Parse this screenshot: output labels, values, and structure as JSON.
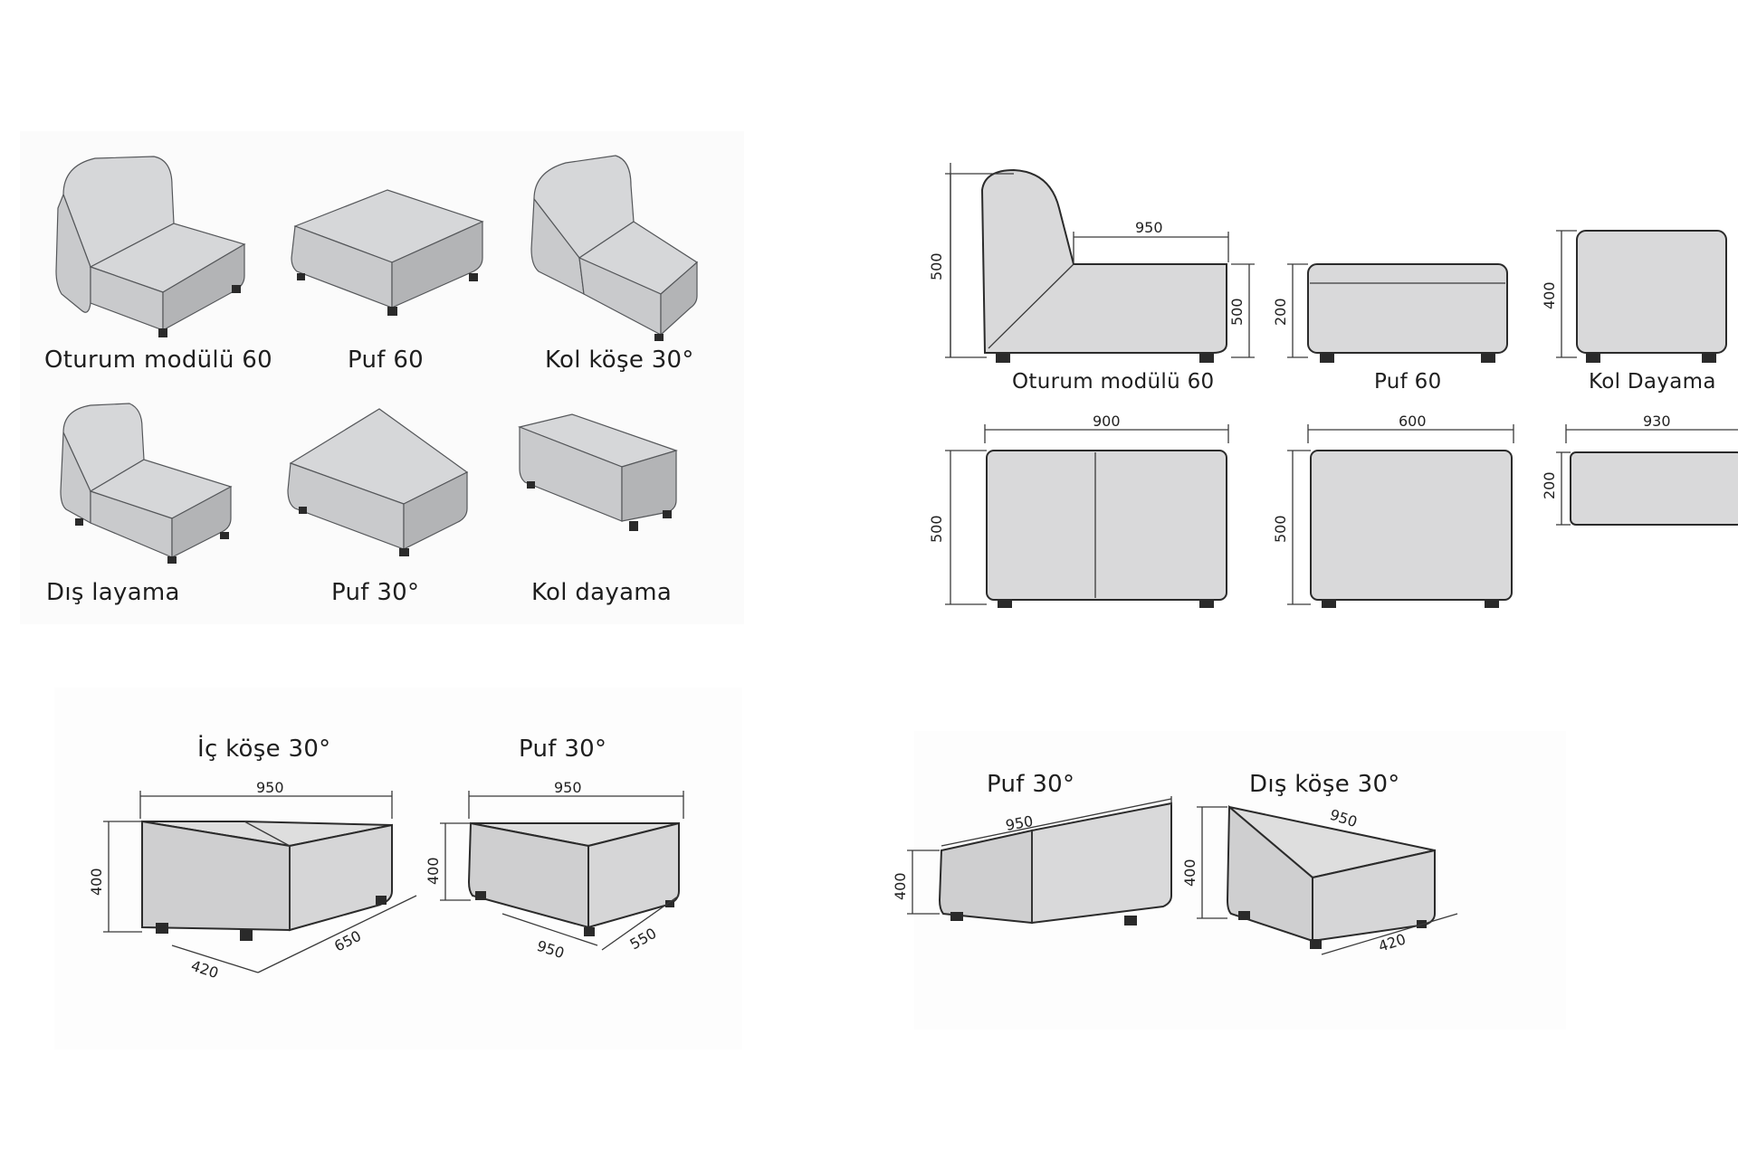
{
  "catalog": {
    "items": [
      {
        "label": "Oturum modülü 60"
      },
      {
        "label": "Puf 60"
      },
      {
        "label": "Kol köşe 30°"
      },
      {
        "label": "Dış layama"
      },
      {
        "label": "Puf 30°"
      },
      {
        "label": "Kol dayama"
      }
    ]
  },
  "elevations": {
    "labels": [
      "Oturum modülü 60",
      "Puf 60",
      "Kol Dayama"
    ],
    "dims": {
      "oturum_height": "500",
      "oturum_depth": "950",
      "oturum_seat": "500",
      "puf60_height": "200",
      "koldayama_height": "400",
      "oturum_width": "900",
      "oturum_plan_depth": "500",
      "puf60_width": "600",
      "puf60_plan_depth": "500",
      "koldayama_width": "930",
      "koldayama_plan_depth": "200"
    }
  },
  "bottom_left": {
    "titles": [
      "İç köşe 30°",
      "Puf 30°"
    ],
    "ickose": {
      "width": "950",
      "height": "400",
      "depth_a": "420",
      "depth_b": "650"
    },
    "puf30": {
      "width": "950",
      "height": "400",
      "depth_a": "950",
      "depth_b": "550"
    }
  },
  "bottom_right": {
    "titles": [
      "Puf 30°",
      "Dış köşe 30°"
    ],
    "puf30": {
      "width": "950",
      "height": "400"
    },
    "diskose": {
      "width": "950",
      "height": "400",
      "depth": "420"
    }
  }
}
